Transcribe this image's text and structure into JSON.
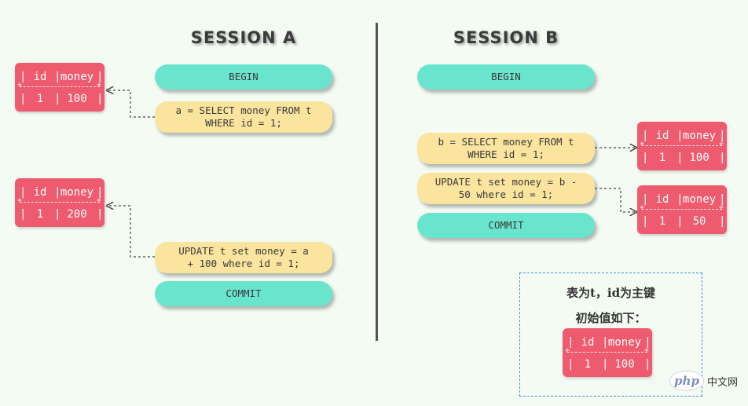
{
  "session_a": {
    "title": "SESSION A",
    "steps": [
      "BEGIN",
      "a = SELECT money FROM t\nWHERE id = 1;",
      "UPDATE t set money = a\n+ 100 where id = 1;",
      "COMMIT"
    ]
  },
  "session_b": {
    "title": "SESSION B",
    "steps": [
      "BEGIN",
      "b = SELECT money FROM t\nWHERE id = 1;",
      "UPDATE t set money = b -\n50 where id = 1;",
      "COMMIT"
    ]
  },
  "table_headers": [
    "id",
    "money"
  ],
  "tables": {
    "a_select": {
      "id": "1",
      "money": "100"
    },
    "a_update": {
      "id": "1",
      "money": "200"
    },
    "b_select": {
      "id": "1",
      "money": "100"
    },
    "b_update": {
      "id": "1",
      "money": "50"
    },
    "initial": {
      "id": "1",
      "money": "100"
    }
  },
  "note": {
    "line1": "表为t，id为主键",
    "line2": "初始值如下："
  },
  "watermark": {
    "logo": "php",
    "text": "中文网"
  },
  "colors": {
    "green": "#6ae5cd",
    "yellow": "#fbe49e",
    "table": "#ee5a6e",
    "note_border": "#4a8fd6"
  }
}
